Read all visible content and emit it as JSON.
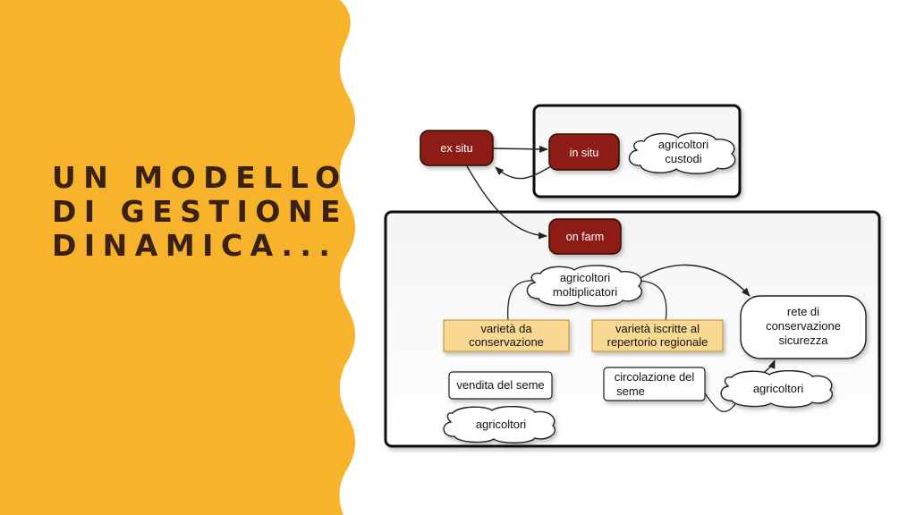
{
  "slide": {
    "title_lines": [
      "UN MODELLO",
      "DI GESTIONE",
      "DINAMICA..."
    ],
    "colors": {
      "left_panel": "#f6b32b",
      "title_text": "#3a2113",
      "dark_node": "#8d1c13",
      "highlight_box": "#f9d892",
      "highlight_border": "#c89a38"
    }
  },
  "diagram": {
    "nodes": {
      "ex_situ": "ex situ",
      "in_situ": "in situ",
      "on_farm": "on farm",
      "agricoltori_custodi": [
        "agricoltori",
        "custodi"
      ],
      "agricoltori_moltiplicatori": [
        "agricoltori",
        "moltiplicatori"
      ],
      "varieta_conservazione": [
        "varietà da",
        "conservazione"
      ],
      "varieta_iscritte": [
        "varietà iscritte al",
        "repertorio regionale"
      ],
      "rete_conservazione": [
        "rete di",
        "conservazione",
        "sicurezza"
      ],
      "vendita_seme": "vendita del seme",
      "circolazione_seme": [
        "circolazione del",
        "seme"
      ],
      "agricoltori_bottom_left": "agricoltori",
      "agricoltori_bottom_right": "agricoltori"
    }
  }
}
